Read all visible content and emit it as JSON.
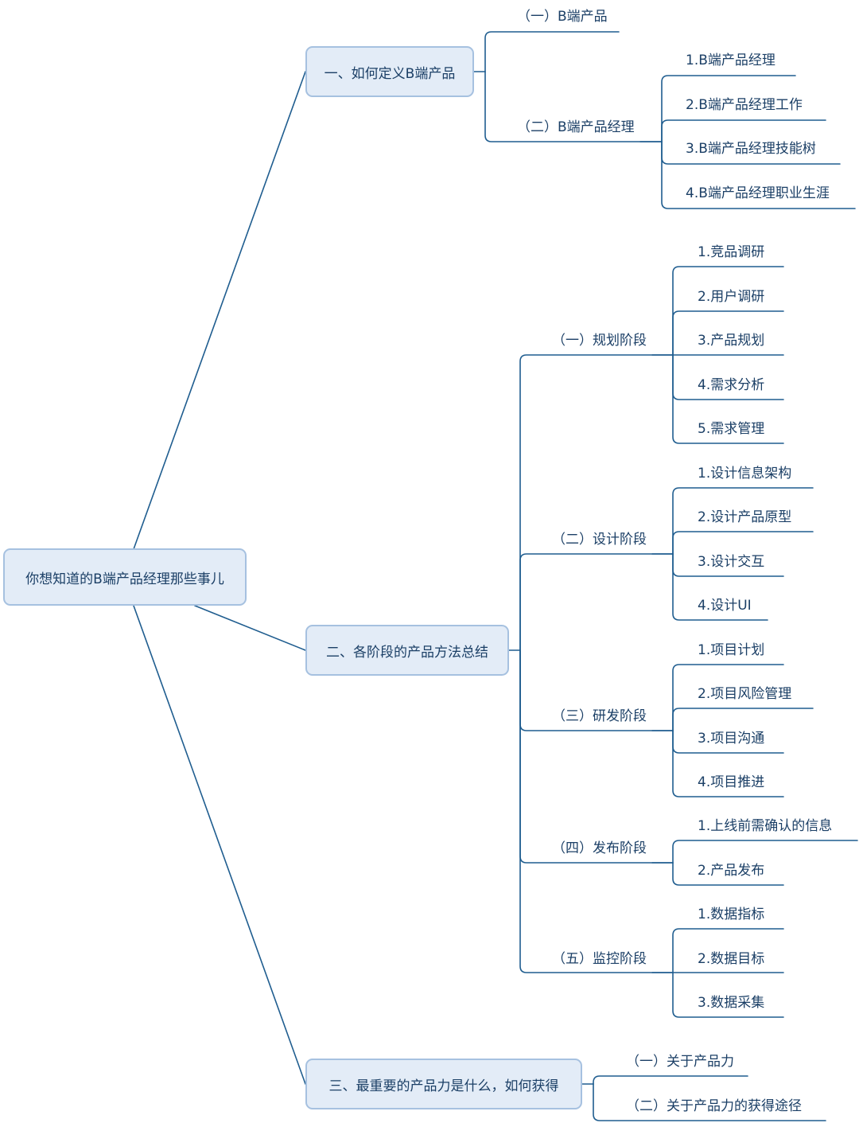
{
  "root": {
    "label": "你想知道的B端产品经理那些事儿"
  },
  "branches": [
    {
      "label": "一、如何定义B端产品",
      "children": [
        {
          "label": "（一）B端产品",
          "children": []
        },
        {
          "label": "（二）B端产品经理",
          "children": [
            {
              "label": "1.B端产品经理"
            },
            {
              "label": "2.B端产品经理工作"
            },
            {
              "label": "3.B端产品经理技能树"
            },
            {
              "label": "4.B端产品经理职业生涯"
            }
          ]
        }
      ]
    },
    {
      "label": "二、各阶段的产品方法总结",
      "children": [
        {
          "label": "（一）规划阶段",
          "children": [
            {
              "label": "1.竞品调研"
            },
            {
              "label": "2.用户调研"
            },
            {
              "label": "3.产品规划"
            },
            {
              "label": "4.需求分析"
            },
            {
              "label": "5.需求管理"
            }
          ]
        },
        {
          "label": "（二）设计阶段",
          "children": [
            {
              "label": "1.设计信息架构"
            },
            {
              "label": "2.设计产品原型"
            },
            {
              "label": "3.设计交互"
            },
            {
              "label": "4.设计UI"
            }
          ]
        },
        {
          "label": "（三）研发阶段",
          "children": [
            {
              "label": "1.项目计划"
            },
            {
              "label": "2.项目风险管理"
            },
            {
              "label": "3.项目沟通"
            },
            {
              "label": "4.项目推进"
            }
          ]
        },
        {
          "label": "（四）发布阶段",
          "children": [
            {
              "label": "1.上线前需确认的信息"
            },
            {
              "label": "2.产品发布"
            }
          ]
        },
        {
          "label": "（五）监控阶段",
          "children": [
            {
              "label": "1.数据指标"
            },
            {
              "label": "2.数据目标"
            },
            {
              "label": "3.数据采集"
            }
          ]
        }
      ]
    },
    {
      "label": "三、最重要的产品力是什么，如何获得",
      "children": [
        {
          "label": "（一）关于产品力",
          "children": []
        },
        {
          "label": "（二）关于产品力的获得途径",
          "children": []
        }
      ]
    }
  ],
  "colors": {
    "line": "#1f5d8f",
    "box_fill": "#e3ecf7",
    "box_border": "#a6c1e0",
    "text": "#1b3f66"
  }
}
